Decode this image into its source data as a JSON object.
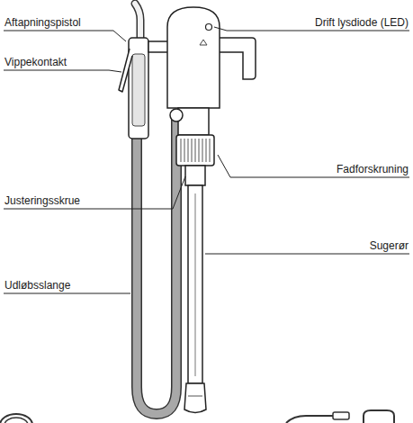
{
  "diagram": {
    "labels": [
      "Aftapningspistol",
      "Vippekontakt",
      "Justeringsskrue",
      "Udløbsslange",
      "Drift lysdiode (LED)",
      "Fadforskruning",
      "Sugerør"
    ]
  }
}
